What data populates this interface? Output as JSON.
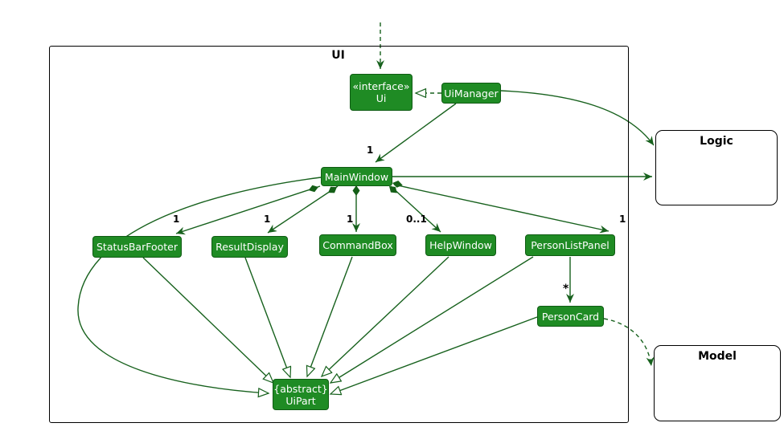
{
  "colors": {
    "node_fill": "#1f8b24",
    "node_border": "#0f5c13",
    "edge": "#17611d",
    "node_text": "#ffffff",
    "label_text": "#000000",
    "external_box_bg": "#ffffff"
  },
  "container": {
    "label": "UI"
  },
  "nodes": {
    "ui": {
      "stereotype": "«interface»",
      "name": "Ui"
    },
    "uiManager": {
      "name": "UiManager"
    },
    "mainWindow": {
      "name": "MainWindow"
    },
    "statusBarFooter": {
      "name": "StatusBarFooter"
    },
    "resultDisplay": {
      "name": "ResultDisplay"
    },
    "commandBox": {
      "name": "CommandBox"
    },
    "helpWindow": {
      "name": "HelpWindow"
    },
    "personListPanel": {
      "name": "PersonListPanel"
    },
    "personCard": {
      "name": "PersonCard"
    },
    "uiPart": {
      "stereotype": "{abstract}",
      "name": "UiPart"
    }
  },
  "externals": {
    "logic": {
      "name": "Logic"
    },
    "model": {
      "name": "Model"
    }
  },
  "multiplicities": {
    "uiManager_mainWindow": "1",
    "mainWindow_statusBarFooter": "1",
    "mainWindow_resultDisplay": "1",
    "mainWindow_commandBox": "1",
    "mainWindow_helpWindow": "0..1",
    "mainWindow_personListPanel": "1",
    "personListPanel_personCard": "*"
  }
}
